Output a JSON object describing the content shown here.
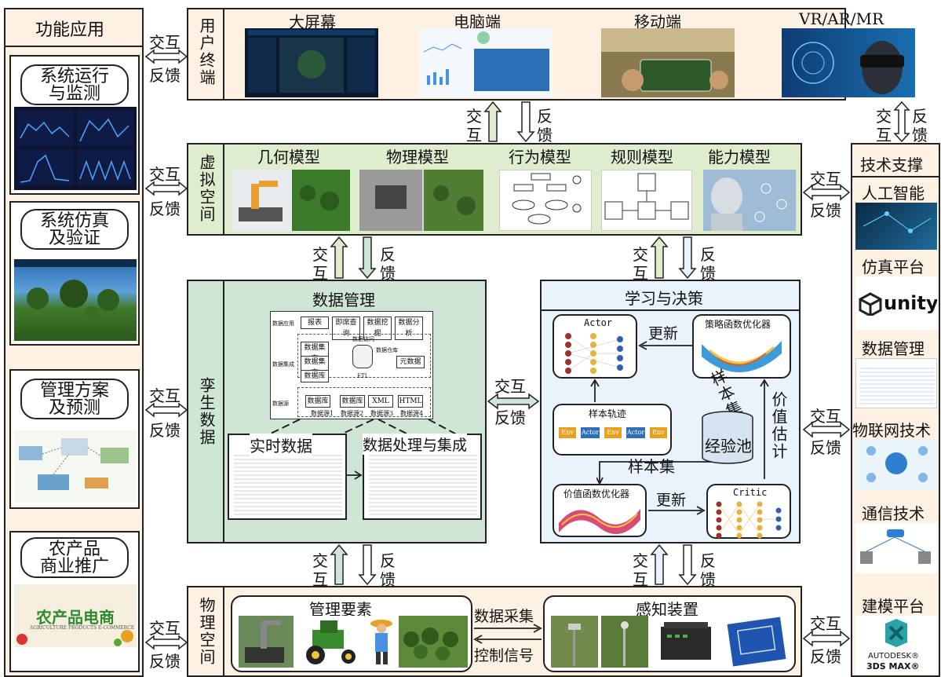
{
  "left": {
    "title": "功能应用",
    "items": [
      {
        "line1": "系统运行",
        "line2": "与监测"
      },
      {
        "line1": "系统仿真",
        "line2": "及验证"
      },
      {
        "line1": "管理方案",
        "line2": "及预测"
      },
      {
        "line1": "农产品",
        "line2": "商业推广"
      }
    ],
    "ecommerce_banner": "农产品电商",
    "ecommerce_sub": "AGRICULTURE PRODUCTS E-COMMERCE"
  },
  "right": {
    "title": "技术支撑",
    "items": [
      "人工智能",
      "仿真平台",
      "数据管理",
      "物联网技术",
      "通信技术",
      "建模平台"
    ],
    "unity_logo": "unity",
    "autodesk_line1": "AUTODESK®",
    "autodesk_line2": "3DS MAX®"
  },
  "arrows": {
    "interact": "交互",
    "feedback": "反馈",
    "interact_a": "交",
    "interact_b": "互",
    "feedback_a": "反",
    "feedback_b": "馈"
  },
  "user_terminal": {
    "label": "用户终端",
    "items": [
      "大屏幕",
      "电脑端",
      "移动端",
      "VR/AR/MR"
    ]
  },
  "virtual_space": {
    "label": "虚拟空间",
    "items": [
      "几何模型",
      "物理模型",
      "行为模型",
      "规则模型",
      "能力模型"
    ]
  },
  "twin_data": {
    "label": "孪生数据",
    "data_management": {
      "title": "数据管理",
      "row_labels": [
        "数据应用",
        "数据集成",
        "数据源"
      ],
      "apps": [
        "报表",
        "即席查询",
        "数据挖掘",
        "数据分析"
      ],
      "marts": [
        "数据集市",
        "数据集市",
        "数据库"
      ],
      "dw_access": "数据访问",
      "dw": "数据仓库",
      "meta": "元数据",
      "etl": "ETL",
      "sources": [
        "数据库",
        "数据库",
        "XML",
        "HTML"
      ],
      "source_names": [
        "数据源1",
        "数据源2",
        "数据源3",
        "数据源4"
      ]
    },
    "realtime": "实时数据",
    "processing": "数据处理与集成"
  },
  "learning": {
    "title": "学习与决策",
    "actor": "Actor",
    "policy_opt": "策略函数优化器",
    "update": "更新",
    "trajectory": "样本轨迹",
    "traj_cells": [
      "Env",
      "Actor",
      "Env",
      "Actor",
      "Env"
    ],
    "sample_set_bottom": "样本集",
    "sample_set_diag": "样本集",
    "pool": "经验池",
    "value_est": "价值估计",
    "value_opt": "价值函数优化器",
    "critic": "Critic"
  },
  "physical_space": {
    "label": "物理空间",
    "elements": "管理要素",
    "sensing": "感知装置",
    "collect": "数据采集",
    "control": "控制信号"
  },
  "colors": {
    "cream": "#fdf1e3",
    "green": "#dfeccd",
    "teal": "#cfe6d6",
    "blue": "#eaf3fb",
    "border": "#222222"
  }
}
